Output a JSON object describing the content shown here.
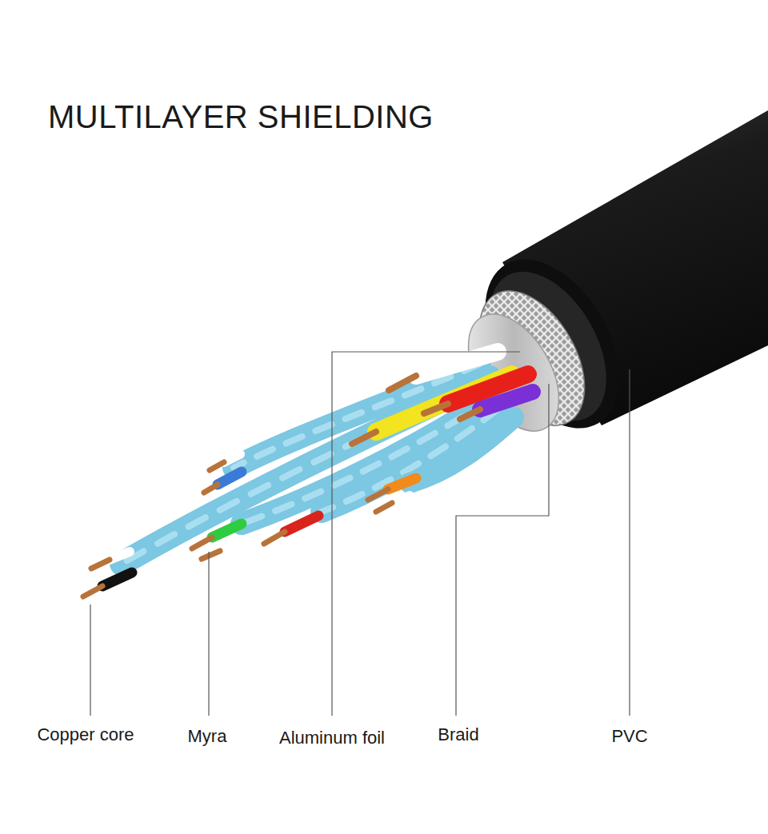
{
  "diagram": {
    "title": "MULTILAYER SHIELDING",
    "labels": [
      "Copper core",
      "Myra",
      "Aluminum foil",
      "Braid",
      "PVC"
    ]
  }
}
